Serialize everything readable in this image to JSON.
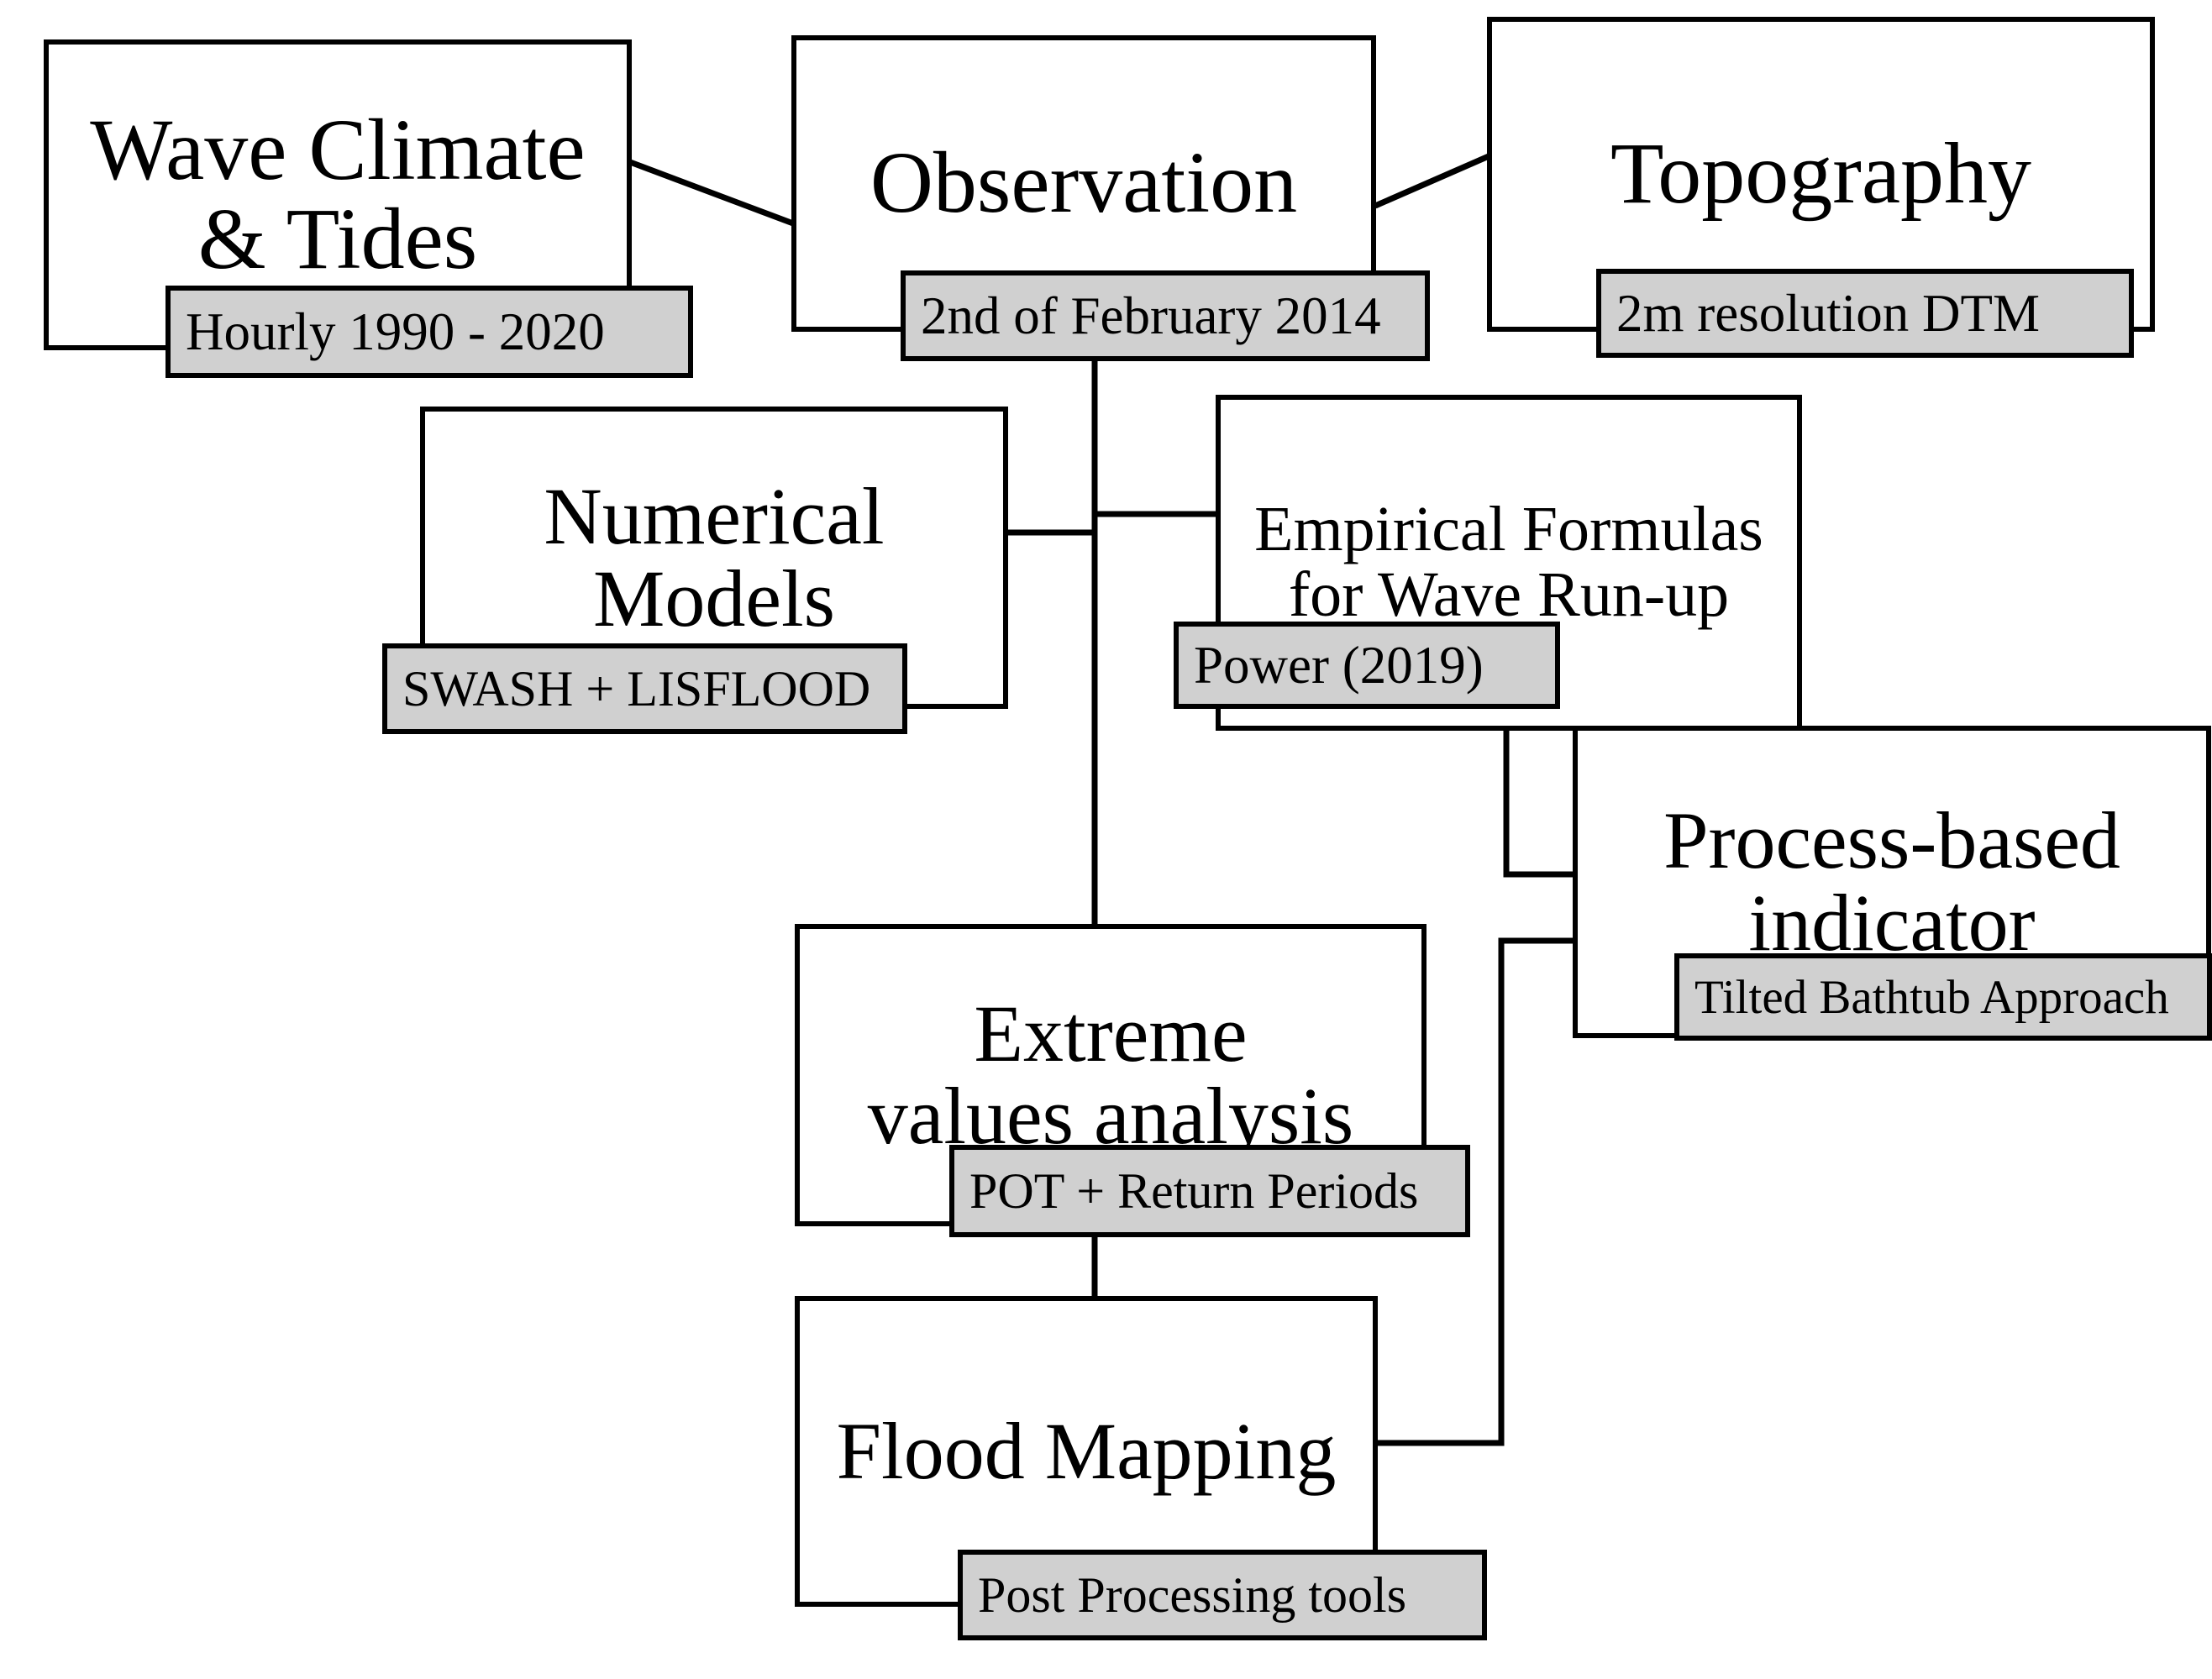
{
  "diagram": {
    "title": "Coastal flood assessment methodology flowchart",
    "colors": {
      "node_border": "#000000",
      "node_fill": "#ffffff",
      "badge_fill": "#d0d0d0",
      "connector": "#000000"
    },
    "nodes": [
      {
        "id": "wave-climate",
        "label": "Wave Climate\n& Tides",
        "badge": "Hourly 1990 - 2020"
      },
      {
        "id": "observation",
        "label": "Observation",
        "badge": "2nd of February 2014"
      },
      {
        "id": "topography",
        "label": "Topography",
        "badge": "2m resolution DTM"
      },
      {
        "id": "numerical",
        "label": "Numerical\nModels",
        "badge": "SWASH + LISFLOOD"
      },
      {
        "id": "empirical",
        "label": "Empirical Formulas\nfor Wave Run-up",
        "badge": "Power (2019)"
      },
      {
        "id": "process",
        "label": "Process-based\nindicator",
        "badge": "Tilted Bathtub Approach"
      },
      {
        "id": "extreme",
        "label": "Extreme\nvalues analysis",
        "badge": "POT + Return Periods"
      },
      {
        "id": "flood",
        "label": "Flood Mapping",
        "badge": "Post Processing tools"
      }
    ],
    "connectors": [
      {
        "from": "wave-climate",
        "to": "observation",
        "style": "diagonal"
      },
      {
        "from": "observation",
        "to": "topography",
        "style": "diagonal"
      },
      {
        "from": "observation",
        "to": "numerical",
        "style": "orthogonal"
      },
      {
        "from": "observation",
        "to": "empirical",
        "style": "orthogonal"
      },
      {
        "from": "observation",
        "to": "extreme",
        "style": "vertical"
      },
      {
        "from": "empirical",
        "to": "process",
        "style": "orthogonal"
      },
      {
        "from": "extreme",
        "to": "flood",
        "style": "vertical"
      },
      {
        "from": "flood",
        "to": "process",
        "style": "orthogonal"
      }
    ]
  }
}
